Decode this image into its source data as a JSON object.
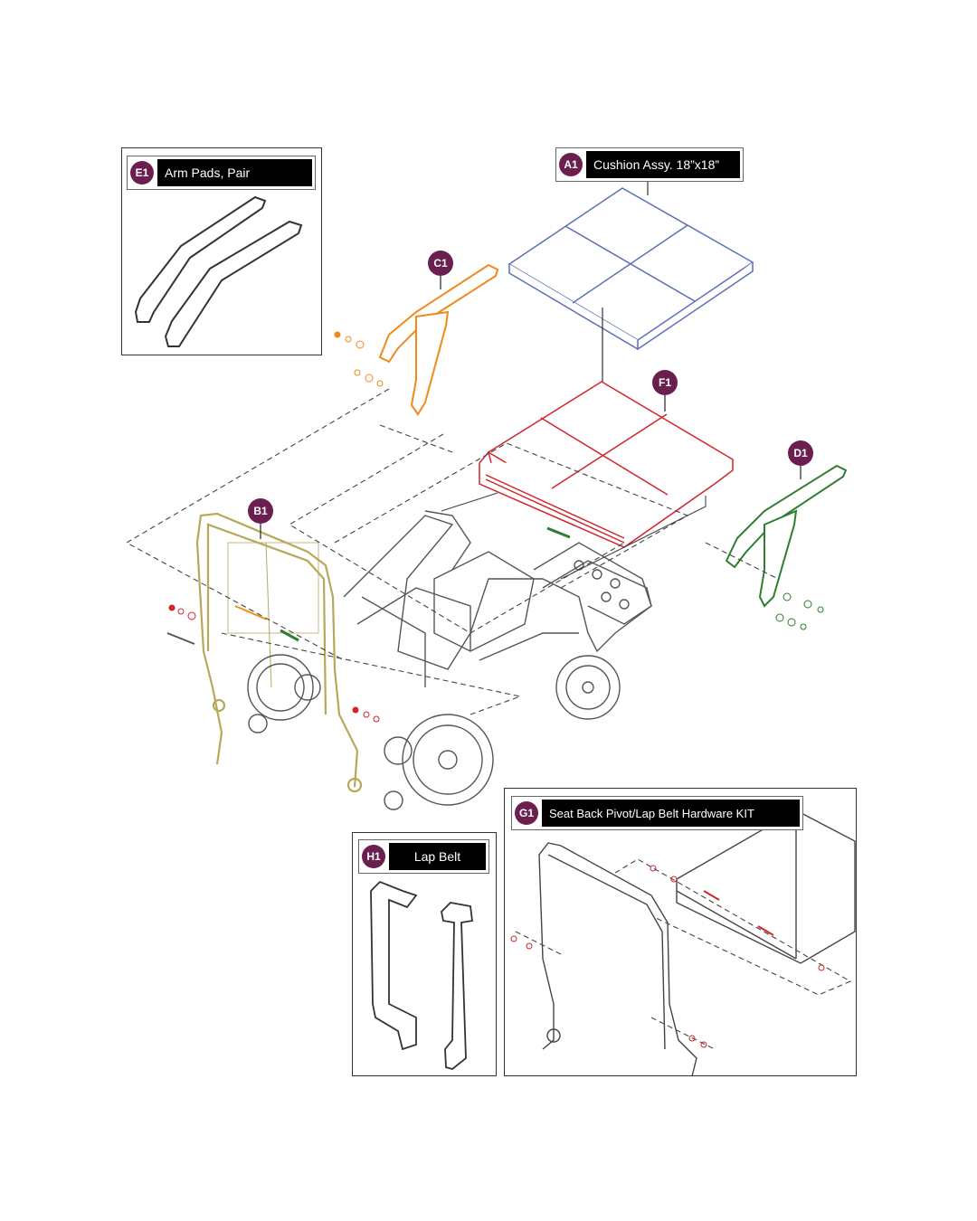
{
  "parts": {
    "e1": {
      "code": "E1",
      "name": "Arm Pads, Pair"
    },
    "a1": {
      "code": "A1",
      "name": "Cushion Assy. 18”x18”"
    },
    "c1": {
      "code": "C1"
    },
    "f1": {
      "code": "F1"
    },
    "d1": {
      "code": "D1"
    },
    "b1": {
      "code": "B1"
    },
    "h1": {
      "code": "H1",
      "name": "Lap Belt"
    },
    "g1": {
      "code": "G1",
      "name": "Seat Back Pivot/Lap Belt Hardware KIT"
    }
  },
  "colors": {
    "badge": "#6b1f4f",
    "cushion": "#5a6fb8",
    "seat_pan": "#d0252b",
    "left_arm": "#f08a1c",
    "right_arm": "#2e7d32",
    "seat_back": "#b8a85a",
    "frame": "#555555"
  }
}
